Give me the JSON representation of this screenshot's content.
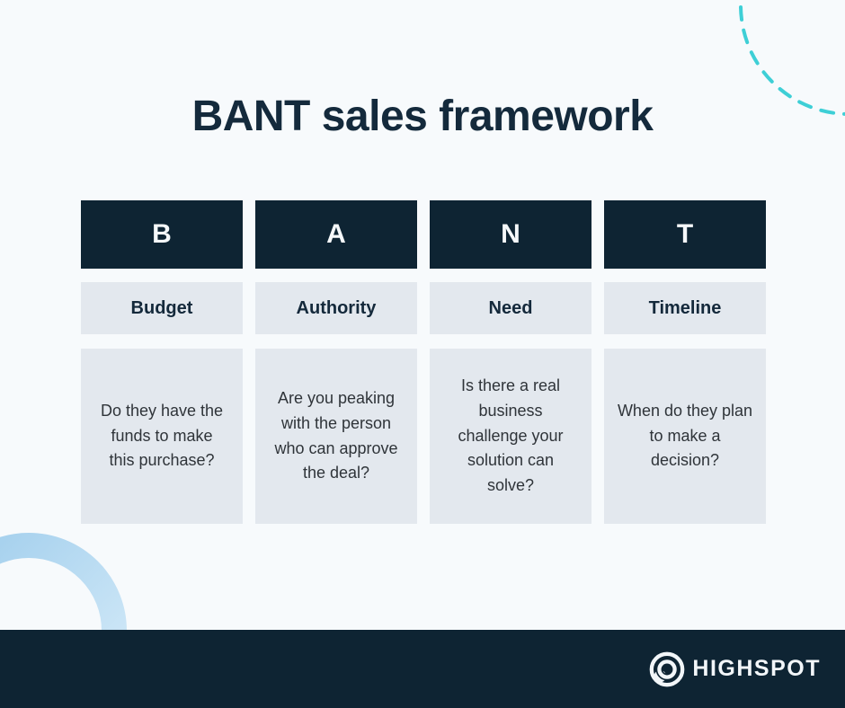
{
  "title": "BANT sales framework",
  "columns": [
    {
      "letter": "B",
      "label": "Budget",
      "description": "Do they have the\nfunds to make\nthis purchase?"
    },
    {
      "letter": "A",
      "label": "Authority",
      "description": "Are you peaking\nwith the person\nwho can approve\nthe deal?"
    },
    {
      "letter": "N",
      "label": "Need",
      "description": "Is there a real\nbusiness\nchallenge your\nsolution can\nsolve?"
    },
    {
      "letter": "T",
      "label": "Timeline",
      "description": "When do they plan\nto make a\ndecision?"
    }
  ],
  "footer": {
    "brand": "HIGHSPOT",
    "logo_icon": "highspot-spot-icon"
  },
  "decorations": {
    "top_right": "dashed-teal-circle-arc",
    "bottom_left": "light-blue-ring"
  },
  "colors": {
    "background": "#F7FAFC",
    "navy": "#0E2433",
    "panel_gray": "#E3E8EE",
    "title_text": "#142A3C",
    "body_text": "#2F3439",
    "teal_dash": "#3ECFD6",
    "ring_blue_start": "#9FCDEC",
    "ring_blue_end": "#D7ECF9",
    "logo_white": "#F2F6F9"
  }
}
